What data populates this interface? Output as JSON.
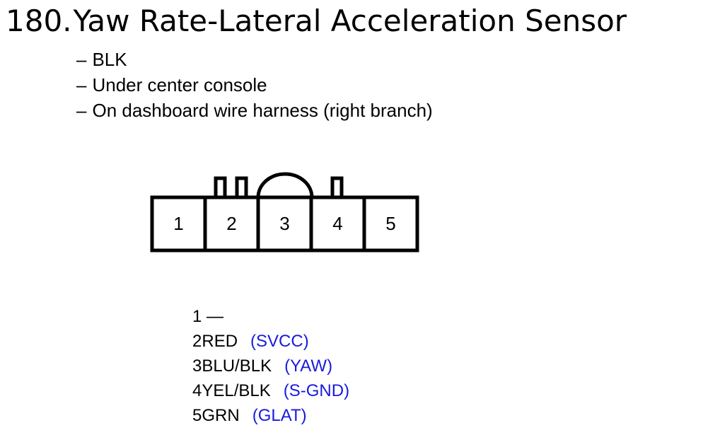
{
  "title": {
    "number": "180.",
    "text": "Yaw Rate-Lateral Acceleration Sensor"
  },
  "notes": [
    {
      "dash": "–",
      "text": "BLK"
    },
    {
      "dash": "–",
      "text": "Under center console"
    },
    {
      "dash": "–",
      "text": "On dashboard wire harness (right branch)"
    }
  ],
  "connector": {
    "terminals": [
      "1",
      "2",
      "3",
      "4",
      "5"
    ]
  },
  "pins": [
    {
      "number": "1",
      "wire": " —",
      "signal": ""
    },
    {
      "number": "2",
      "wire": "RED",
      "signal": "(SVCC)"
    },
    {
      "number": "3",
      "wire": "BLU/BLK",
      "signal": "(YAW)"
    },
    {
      "number": "4",
      "wire": "YEL/BLK",
      "signal": "(S-GND)"
    },
    {
      "number": "5",
      "wire": "GRN",
      "signal": "(GLAT)"
    }
  ],
  "colors": {
    "signal": "#1a1adc",
    "line": "#000000"
  }
}
